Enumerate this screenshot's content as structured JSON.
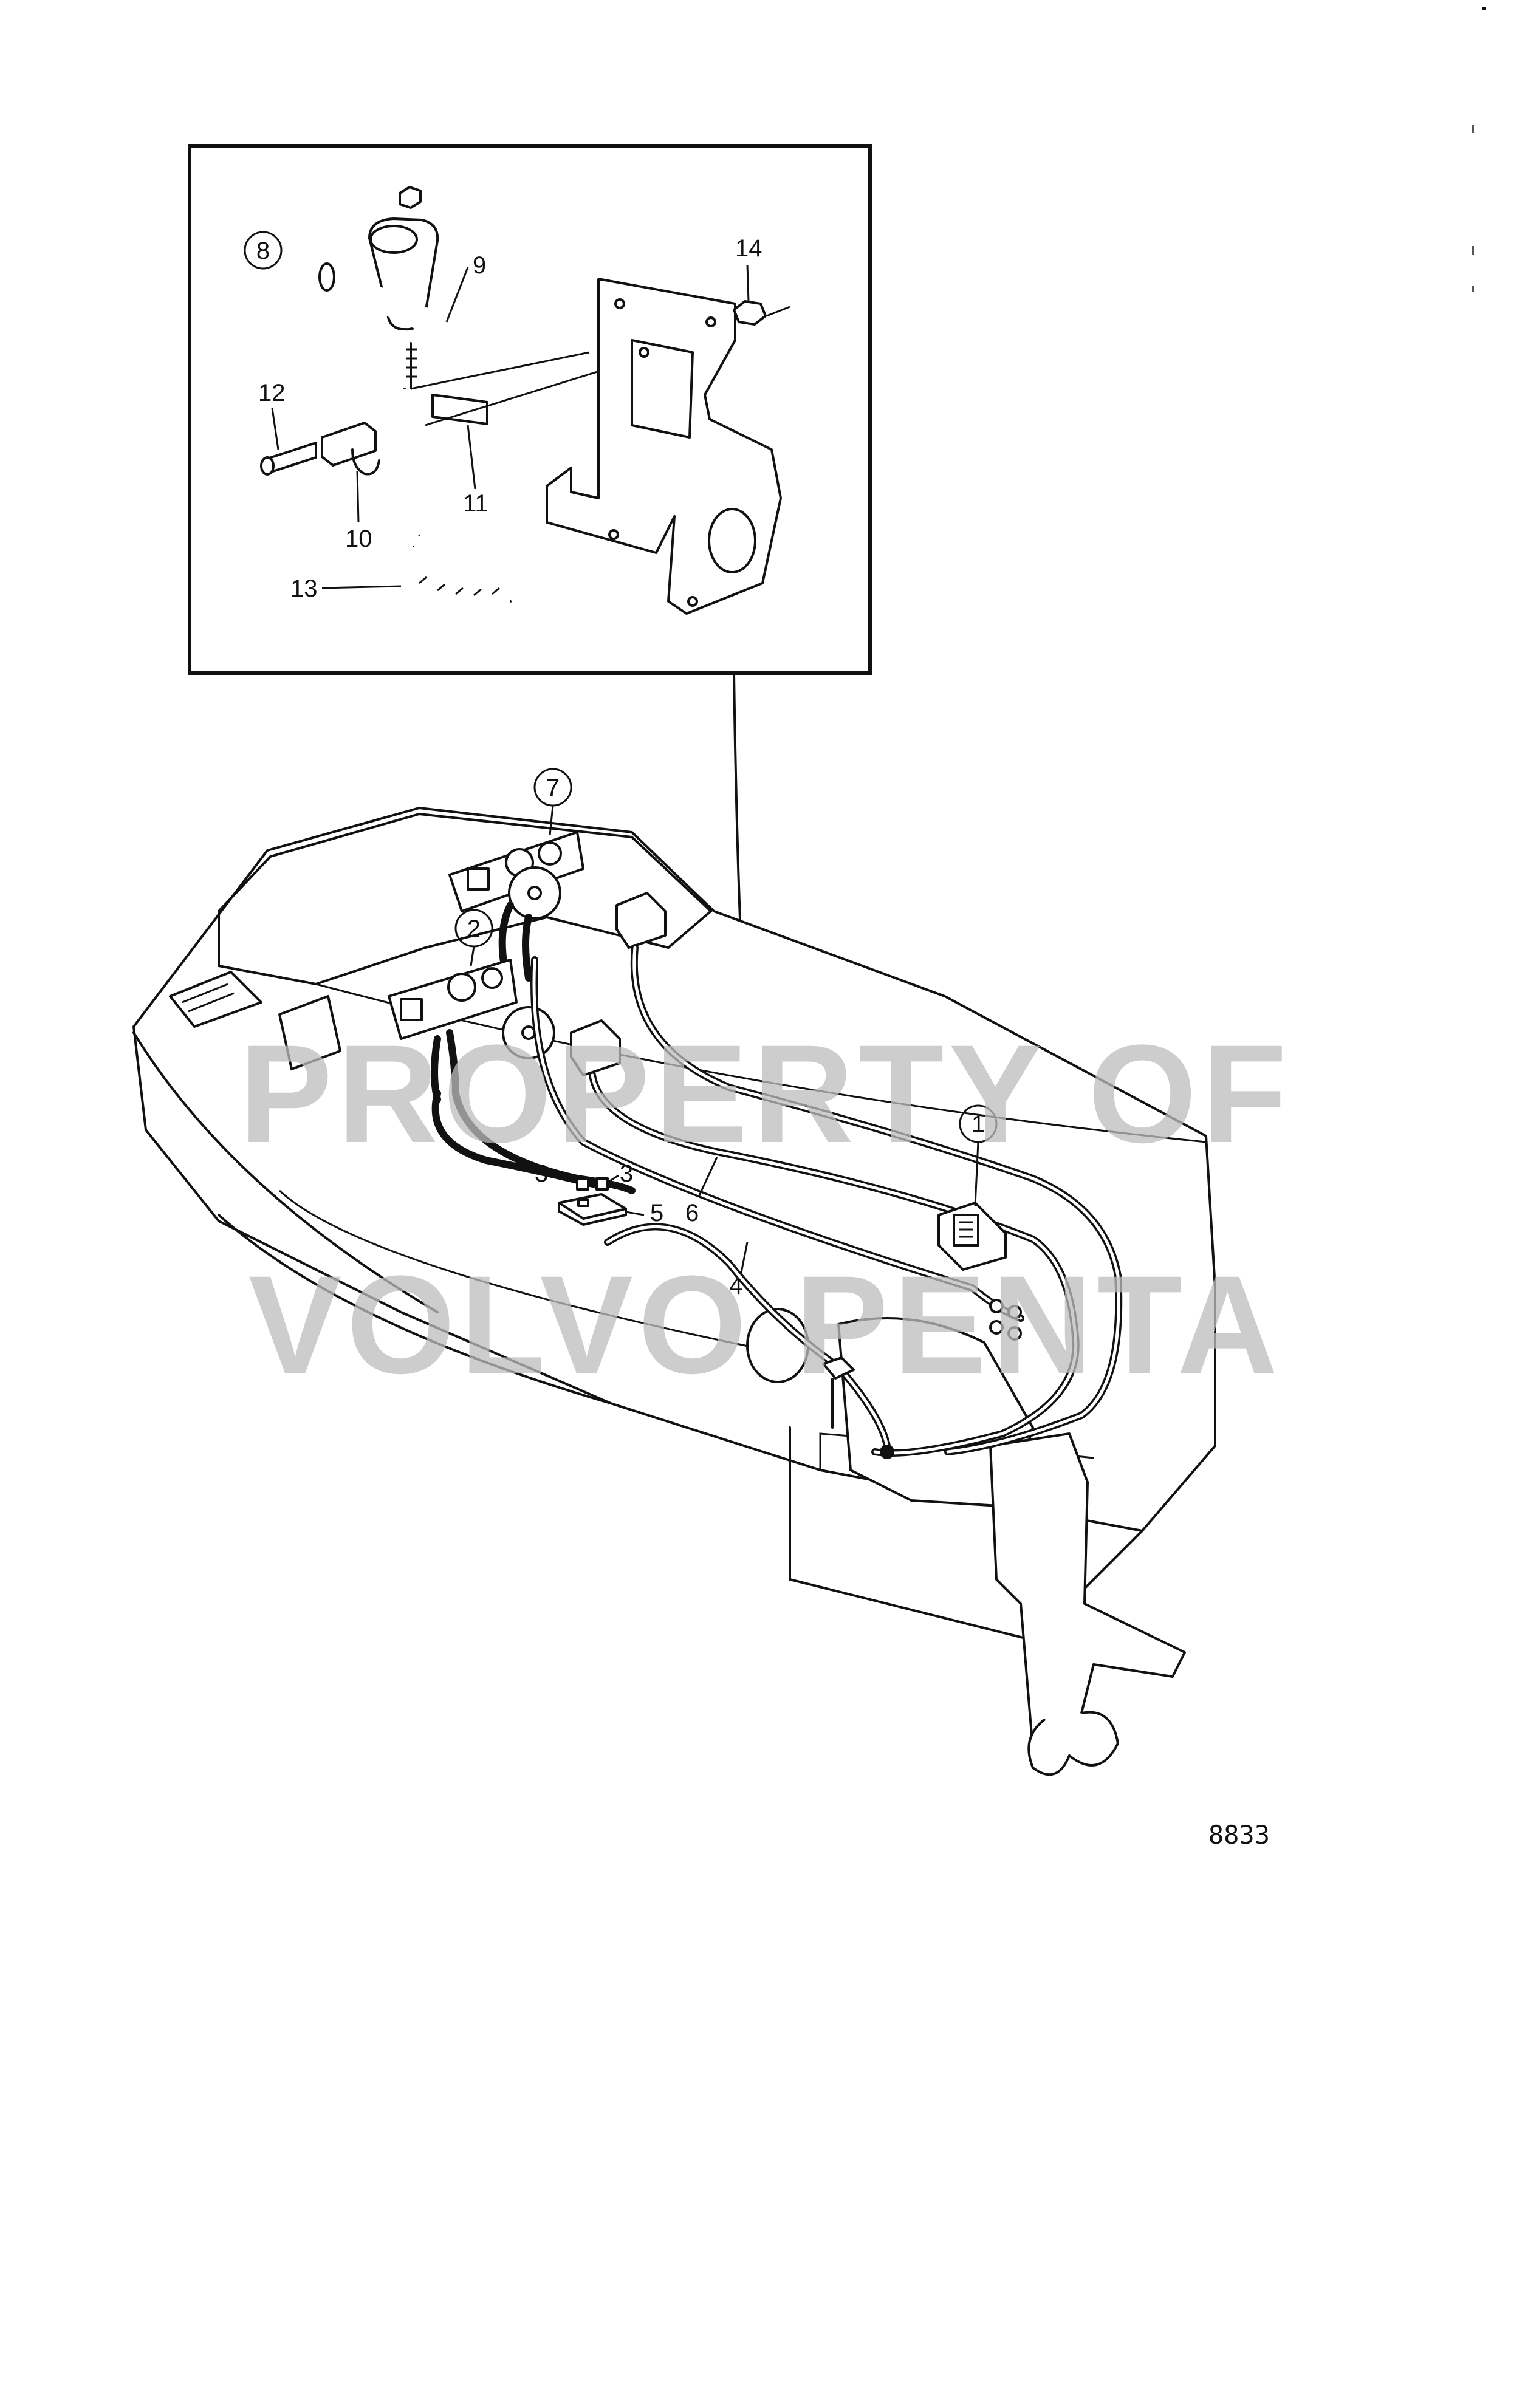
{
  "diagram": {
    "figure_number": "8833",
    "watermark": [
      "PROPERTY OF",
      "VOLVO PENTA"
    ],
    "callouts": {
      "detail": "8",
      "p9": "9",
      "p10": "10",
      "p11": "11",
      "p12": "12",
      "p13": "13",
      "p14": "14",
      "p1": "1",
      "p2": "2",
      "p3a": "3",
      "p3b": "3",
      "p4": "4",
      "p5": "5",
      "p6": "6",
      "p7": "7"
    }
  }
}
